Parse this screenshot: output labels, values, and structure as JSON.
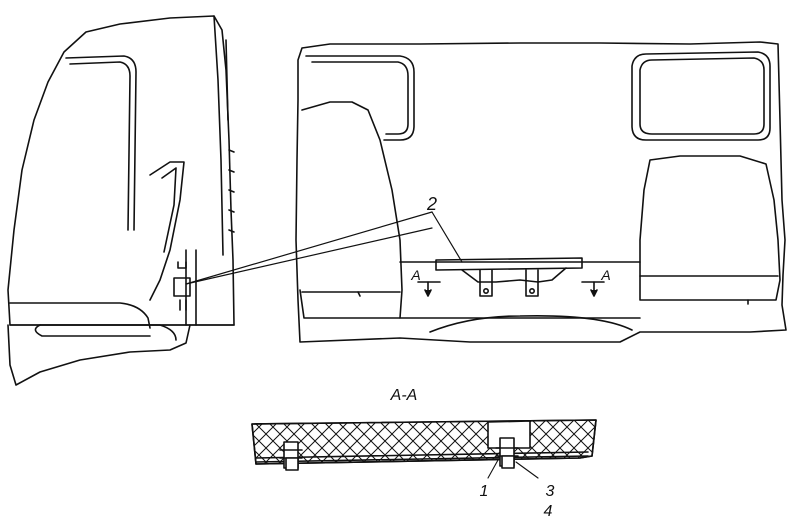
{
  "labels": {
    "section_title": "A-A",
    "section_marker_left": "A",
    "section_marker_right": "A",
    "callout_bracket": "2",
    "callout_1": "1",
    "callout_3": "3",
    "callout_4": "4"
  },
  "colors": {
    "line": "#111111",
    "background": "#ffffff"
  }
}
